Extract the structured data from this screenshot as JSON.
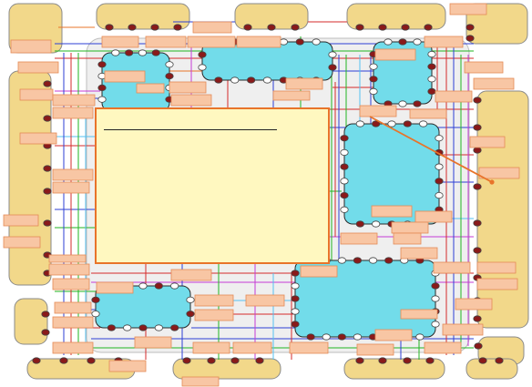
{
  "diagram": {
    "type": "block-floorplan",
    "note": {
      "title": ""
    },
    "colors": {
      "page_background": "#ffffff",
      "floor_area": "#efefef",
      "block_fill": "#72dcea",
      "block_stroke": "#2a2a2a",
      "pad_fill": "#f2d88a",
      "label_fill": "#f8c6a4",
      "label_stroke": "#e48a56",
      "port_fill": "#8a1a1a",
      "port_light": "#ffffff",
      "note_fill": "#fff8c0",
      "note_border": "#e8742a",
      "arrow": "#e8742a"
    },
    "wire_colors": [
      "#2c3fd6",
      "#d42b2b",
      "#22b522",
      "#c43bd6",
      "#e8742a",
      "#55c0f0",
      "#a0a0a0",
      "#7a3b1a"
    ],
    "blocks": [
      {
        "id": "block-top-left"
      },
      {
        "id": "block-top-center"
      },
      {
        "id": "block-top-right"
      },
      {
        "id": "block-right"
      },
      {
        "id": "block-bottom-left"
      },
      {
        "id": "block-bottom-center"
      }
    ],
    "pads": [
      {
        "id": "pad-top-1"
      },
      {
        "id": "pad-top-2"
      },
      {
        "id": "pad-top-3"
      },
      {
        "id": "pad-corner-top-right"
      },
      {
        "id": "pad-corner-top-left"
      },
      {
        "id": "pad-left-large"
      },
      {
        "id": "pad-left-small"
      },
      {
        "id": "pad-right-large"
      },
      {
        "id": "pad-corner-bottom-right"
      },
      {
        "id": "pad-bottom-1"
      },
      {
        "id": "pad-bottom-2"
      },
      {
        "id": "pad-bottom-3"
      },
      {
        "id": "pad-bottom-4"
      }
    ],
    "label_count": 64
  }
}
